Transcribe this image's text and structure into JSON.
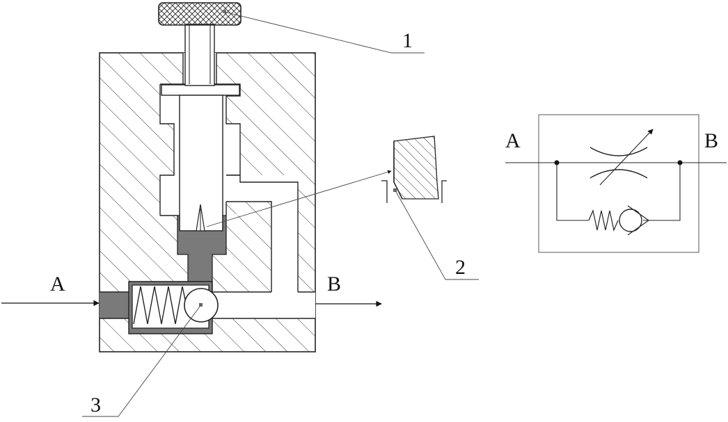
{
  "labels": {
    "part_1": "1",
    "part_2": "2",
    "part_3": "3",
    "port_a_section": "A",
    "port_b_section": "B",
    "port_a_symbol": "A",
    "port_b_symbol": "B"
  },
  "colors": {
    "line": "#222222",
    "fluid": "#7a7a7a",
    "hatch": "#333333",
    "symbol_frame": "#555555",
    "leader": "#444444",
    "background": "#ffffff"
  },
  "icons": {
    "knob": "knurled-knob-icon",
    "spring": "spring-icon",
    "ball": "check-ball-icon",
    "needle": "needle-icon",
    "throttle": "adjustable-throttle-icon",
    "check_valve": "check-valve-icon"
  }
}
